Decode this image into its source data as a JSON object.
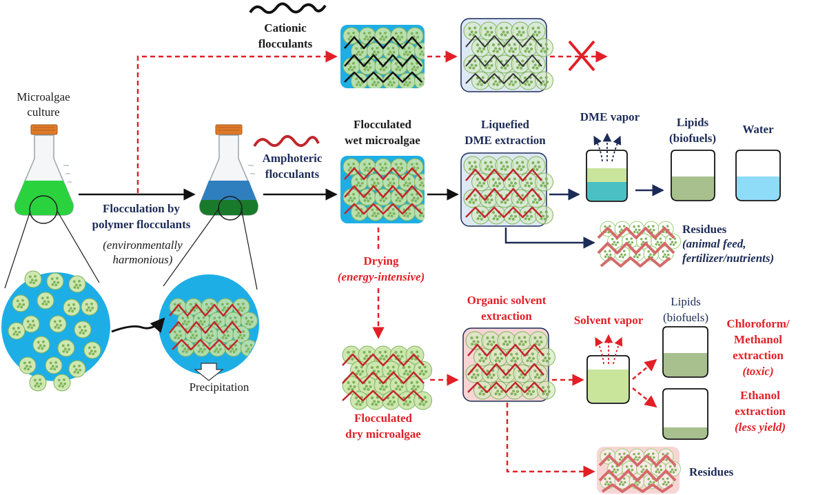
{
  "colors": {
    "navy": "#1c2b57",
    "red": "#e21f26",
    "blue_fill": "#1eaee6",
    "green_cell": "#b5db8f",
    "amphoteric_polymer": "#c0262c",
    "cationic_polymer": "#111111"
  },
  "icons": [
    "flask-icon",
    "cell-cluster-icon",
    "polymer-chain-icon",
    "vial-icon",
    "cross-icon"
  ],
  "labels": {
    "culture_line1": "Microalgae",
    "culture_line2": "culture",
    "cationic_line1": "Cationic",
    "cationic_line2": "flocculants",
    "amphoteric_line1": "Amphoteric",
    "amphoteric_line2": "flocculants",
    "floc_wet_line1": "Flocculated",
    "floc_wet_line2": "wet microalgae",
    "dme_extract_line1": "Liquefied",
    "dme_extract_line2": "DME extraction",
    "dme_vapor": "DME vapor",
    "lipids_line1": "Lipids",
    "lipids_line2": "(biofuels)",
    "water": "Water",
    "flocculation_line1": "Flocculation by",
    "flocculation_line2": "polymer flocculants",
    "env_line1": "(environmentally",
    "env_line2": "harmonious)",
    "residues_top": "Residues",
    "residues_use_line1": "(animal feed,",
    "residues_use_line2": "fertilizer/nutrients)",
    "drying": "Drying",
    "drying_note": "(energy-intensive)",
    "precipitation": "Precipitation",
    "organic_line1": "Organic solvent",
    "organic_line2": "extraction",
    "solvent_vapor": "Solvent vapor",
    "lipids2_line1": "Lipids",
    "lipids2_line2": "(biofuels)",
    "chloro_line1": "Chloroform/",
    "chloro_line2": "Methanol",
    "chloro_line3": "extraction",
    "chloro_note": "(toxic)",
    "ethanol_line1": "Ethanol",
    "ethanol_line2": "extraction",
    "ethanol_note": "(less yield)",
    "floc_dry_line1": "Flocculated",
    "floc_dry_line2": "dry microalgae",
    "residues_bottom": "Residues"
  }
}
